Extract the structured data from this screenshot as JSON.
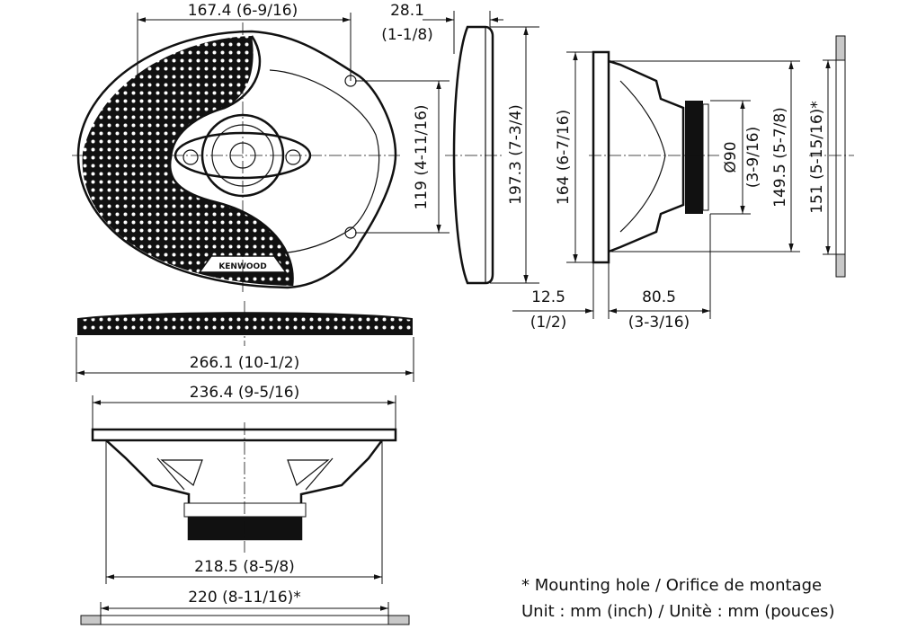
{
  "brand_logo": "KENWOOD",
  "dimensions": {
    "top_width": "167.4 (6-9/16)",
    "grille_depth_mm": "28.1",
    "grille_depth_in": "(1-1/8)",
    "hole_spacing": "119 (4-11/16)",
    "grille_height": "197.3 (7-3/4)",
    "frame_height": "164 (6-7/16)",
    "magnet_dia_mm": "Ø90",
    "magnet_dia_in": "(3-9/16)",
    "basket_height": "149.5 (5-7/8)",
    "mount_hole_height": "151 (5-15/16)*",
    "flange_depth_mm": "12.5",
    "flange_depth_in": "(1/2)",
    "mount_depth_mm": "80.5",
    "mount_depth_in": "(3-3/16)",
    "overall_width": "266.1 (10-1/2)",
    "frame_width": "236.4 (9-5/16)",
    "basket_width": "218.5 (8-5/8)",
    "mount_hole_width": "220 (8-11/16)*"
  },
  "notes": {
    "mounting_hole": "* Mounting hole / Orifice de montage",
    "unit": "Unit : mm (inch) / Unitè : mm (pouces)"
  },
  "colors": {
    "line": "#111111",
    "wall": "#c8c8c8"
  }
}
